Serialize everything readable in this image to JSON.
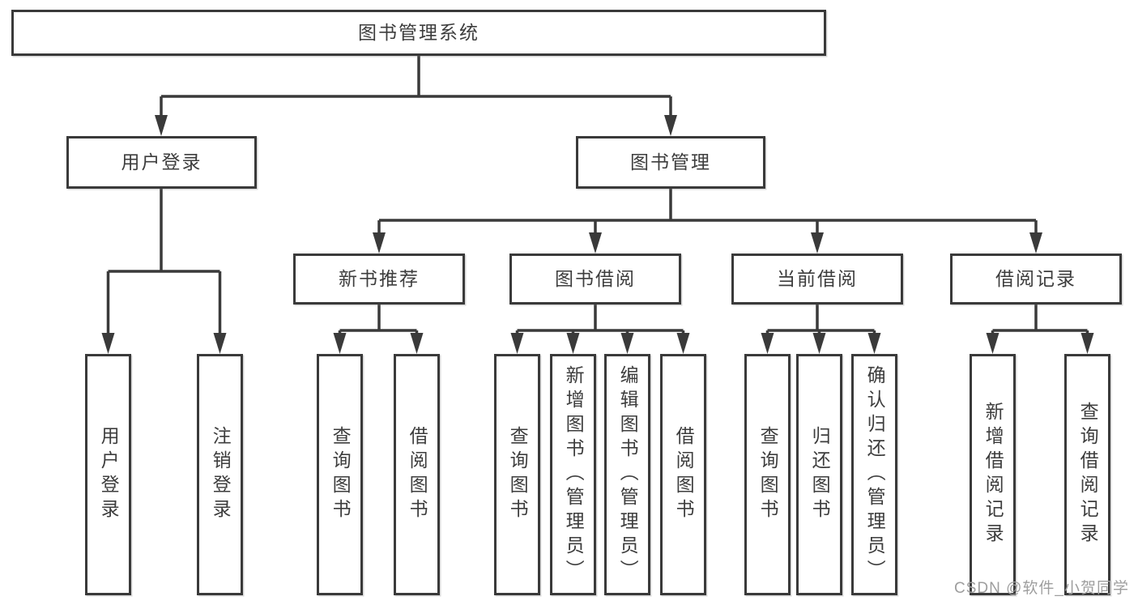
{
  "tree": {
    "label": "图书管理系统",
    "children": [
      {
        "label": "用户登录",
        "children": [
          {
            "label": "用户登录"
          },
          {
            "label": "注销登录"
          }
        ]
      },
      {
        "label": "图书管理",
        "children": [
          {
            "label": "新书推荐",
            "children": [
              {
                "label": "查询图书"
              },
              {
                "label": "借阅图书"
              }
            ]
          },
          {
            "label": "图书借阅",
            "children": [
              {
                "label": "查询图书"
              },
              {
                "label": "新增图书（管理员）"
              },
              {
                "label": "编辑图书（管理员）"
              },
              {
                "label": "借阅图书"
              }
            ]
          },
          {
            "label": "当前借阅",
            "children": [
              {
                "label": "查询图书"
              },
              {
                "label": "归还图书"
              },
              {
                "label": "确认归还（管理员）"
              }
            ]
          },
          {
            "label": "借阅记录",
            "children": [
              {
                "label": "新增借阅记录"
              },
              {
                "label": "查询借阅记录"
              }
            ]
          }
        ]
      }
    ]
  },
  "watermark": {
    "text": "CSDN @软件_小贺同学"
  },
  "colors": {
    "line": "#3a3a3a",
    "text": "#3d3d3d",
    "box_fill": "#ffffff",
    "watermark": "#9e9e9e",
    "background": "#ffffff"
  }
}
